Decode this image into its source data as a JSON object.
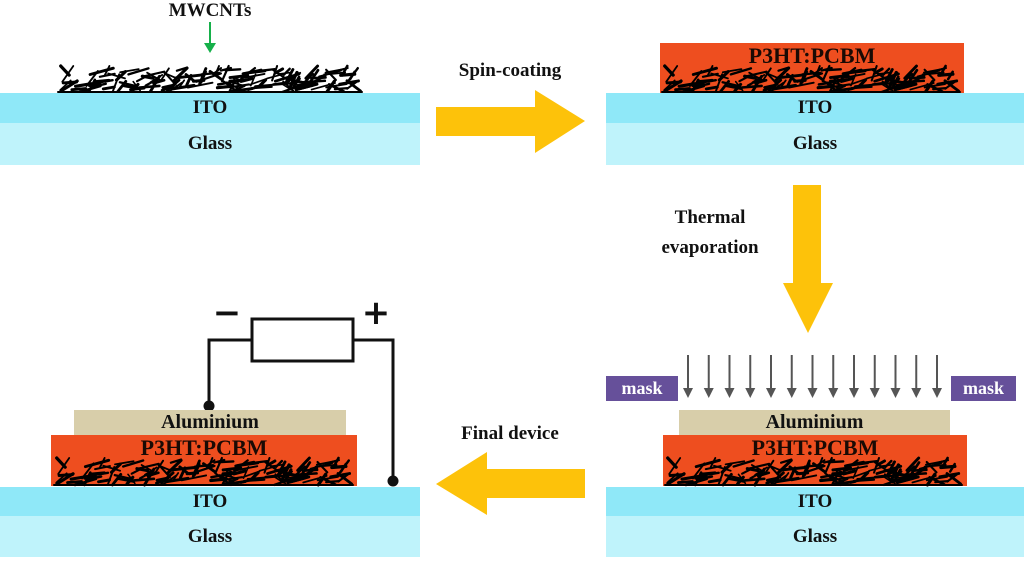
{
  "figure": {
    "colors": {
      "ito": "#8fe8f8",
      "glass": "#bff3fb",
      "p3ht_pcbm": "#ee4e1f",
      "aluminium": "#d8ceaa",
      "mask": "#66509a",
      "process_arrow": "#fdc20a",
      "mwcnt_arrow": "#16b04a",
      "cnt": "#000000"
    },
    "step1": {
      "annotation": "MWCNTs",
      "ito_label": "ITO",
      "glass_label": "Glass"
    },
    "arrow_spin": {
      "label": "Spin-coating",
      "direction": "right"
    },
    "step2": {
      "active_layer_label": "P3HT:PCBM",
      "ito_label": "ITO",
      "glass_label": "Glass"
    },
    "arrow_thermal": {
      "label_line1": "Thermal",
      "label_line2": "evaporation",
      "direction": "down"
    },
    "step3": {
      "mask_left_label": "mask",
      "mask_right_label": "mask",
      "evaporation_arrow_count": 13,
      "aluminium_label": "Aluminium",
      "active_layer_label": "P3HT:PCBM",
      "ito_label": "ITO",
      "glass_label": "Glass"
    },
    "arrow_final": {
      "label": "Final device",
      "direction": "left"
    },
    "step4": {
      "minus_sign": "−",
      "plus_sign": "+",
      "aluminium_label": "Aluminium",
      "active_layer_label": "P3HT:PCBM",
      "ito_label": "ITO",
      "glass_label": "Glass"
    }
  }
}
